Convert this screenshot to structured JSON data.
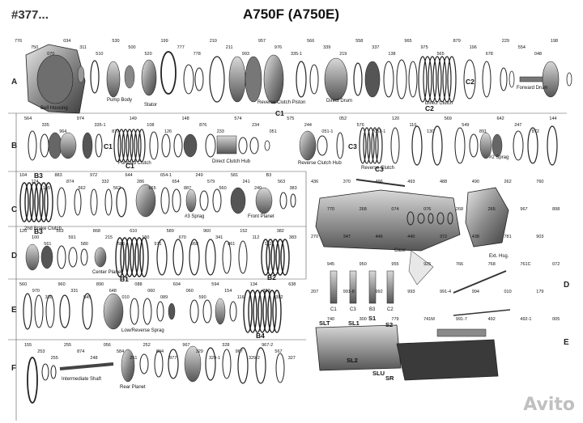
{
  "header": {
    "code": "#377...",
    "title": "A750F (A750E)"
  },
  "rows": [
    "A",
    "B",
    "C",
    "D",
    "E",
    "F"
  ],
  "right_rows": [
    "D",
    "E"
  ],
  "section_labels": {
    "c1": "C1",
    "c2": "C2",
    "c3": "C3",
    "b3": "B3",
    "b2": "B2",
    "b1": "B1",
    "b4": "B4",
    "c1b": "C1",
    "c3b": "C3",
    "c2b": "C2",
    "b3b": "B3"
  },
  "part_names": {
    "bell_housing": "Bell Housing",
    "pump_body": "Pump Body",
    "stator": "Stator",
    "reverse_clutch_piston": "Reverse Clutch Piston",
    "direct_drum": "Direct Drum",
    "direct_clutch": "Direct Clutch",
    "forward_drum": "Forward Drum",
    "forward_clutch": "Forward Clutch",
    "direct_clutch_hub": "Direct Clutch Hub",
    "reverse_clutch_hub": "Reverse Clutch Hub",
    "reverse_clutch": "Reverse Clutch",
    "sprag2": "#2 Sprag",
    "sprag3": "#3 Sprag",
    "front_planet": "Front Planet",
    "second_brake_clutch": "2nd Brake Clutch",
    "center_planet": "Center Planet",
    "low_reverse_sprag": "Low/Reverse Sprag",
    "intermediate_shaft": "Intermediate Shaft",
    "rear_planet": "Rear Planet",
    "case": "Case",
    "ext_hsg": "Ext. Hsg."
  },
  "solenoids": {
    "slt": "SLT",
    "sl1": "SL1",
    "s1": "S1",
    "s2": "S2",
    "sl2": "SL2",
    "slu": "SLU",
    "sr": "SR"
  },
  "valves": {
    "c1": "C1",
    "c3": "C3",
    "b3": "B3",
    "c2": "C2"
  },
  "part_numbers": {
    "a": [
      "776",
      "750",
      "070",
      "034",
      "311",
      "510",
      "530",
      "500",
      "520",
      "199",
      "777",
      "778",
      "210",
      "211",
      "993",
      "957",
      "976",
      "335-1",
      "566",
      "339",
      "219",
      "558",
      "337",
      "138",
      "965",
      "975",
      "565",
      "879",
      "196",
      "678",
      "229",
      "554",
      "048",
      "198"
    ],
    "b": [
      "564",
      "335",
      "964",
      "974",
      "335-1",
      "877",
      "149",
      "108",
      "126",
      "148",
      "876",
      "233",
      "574",
      "234",
      "051",
      "575",
      "244",
      "051-1",
      "052",
      "576",
      "052-1",
      "120",
      "110",
      "130",
      "569",
      "549",
      "891",
      "642",
      "247",
      "872",
      "144"
    ],
    "c": [
      "104",
      "124",
      "145",
      "883",
      "874",
      "562",
      "972",
      "332",
      "562",
      "644",
      "286",
      "665",
      "654-1",
      "654",
      "887",
      "249",
      "579",
      "560",
      "581",
      "241",
      "240",
      "B3",
      "563",
      "383"
    ],
    "d": [
      "120",
      "100",
      "561",
      "563",
      "591",
      "580",
      "868",
      "215",
      "586",
      "610",
      "150",
      "971",
      "589",
      "670",
      "959",
      "960",
      "341",
      "861",
      "152",
      "112",
      "132",
      "382",
      "383"
    ],
    "e": [
      "560",
      "970",
      "330",
      "960",
      "331",
      "545",
      "890",
      "648",
      "010",
      "088",
      "060",
      "089",
      "604",
      "060",
      "590",
      "594",
      "154",
      "116",
      "134",
      "383",
      "382",
      "638"
    ],
    "f": [
      "155",
      "253",
      "255",
      "255",
      "874",
      "248",
      "056",
      "584",
      "251",
      "252",
      "894",
      "977",
      "967",
      "329",
      "329-1",
      "328",
      "967",
      "329-2",
      "967-2",
      "567",
      "327"
    ],
    "right": [
      "436",
      "370",
      "496",
      "493",
      "488",
      "490",
      "262",
      "760",
      "770",
      "268",
      "074",
      "076",
      "268",
      "265",
      "967",
      "898",
      "270",
      "347",
      "446",
      "440",
      "372",
      "438",
      "781",
      "903",
      "945",
      "950",
      "955",
      "925",
      "766",
      "768",
      "761C",
      "072",
      "207",
      "991-8",
      "992",
      "993",
      "991-4",
      "994",
      "010",
      "179",
      "740",
      "300",
      "779",
      "741M",
      "991-7",
      "492",
      "492-1",
      "005"
    ]
  },
  "watermark": "Avito"
}
